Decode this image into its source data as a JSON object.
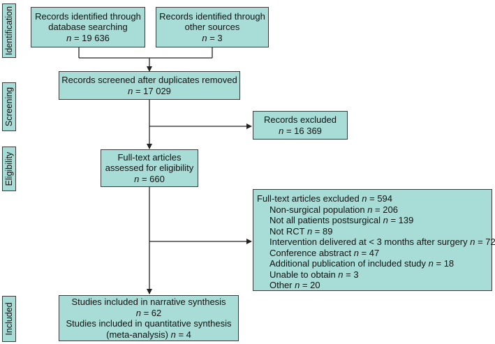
{
  "stages": {
    "identification": "Identification",
    "screening": "Screening",
    "eligibility": "Eligibility",
    "included": "Included"
  },
  "boxes": {
    "database": {
      "line1": "Records identified through",
      "line2": "database searching",
      "n_prefix": "n",
      "n_value": " = 19 636"
    },
    "other_sources": {
      "line1": "Records identified through",
      "line2": "other sources",
      "n_prefix": "n",
      "n_value": " = 3"
    },
    "screened": {
      "line1": "Records screened after duplicates removed",
      "n_prefix": "n",
      "n_value": " = 17 029"
    },
    "excluded": {
      "line1": "Records excluded",
      "n_prefix": "n",
      "n_value": " = 16 369"
    },
    "fulltext": {
      "line1": "Full-text articles",
      "line2": "assessed for eligibility",
      "n_prefix": "n",
      "n_value": " = 660"
    },
    "fulltext_excluded": {
      "title": "Full-text articles excluded ",
      "title_n": "n",
      "title_value": " = 594",
      "reasons": [
        {
          "label": "Non-surgical population ",
          "n": "n",
          "value": " = 206"
        },
        {
          "label": "Not all patients postsurgical ",
          "n": "n",
          "value": " = 139"
        },
        {
          "label": "Not RCT ",
          "n": "n",
          "value": " = 89"
        },
        {
          "label": "Intervention delivered at < 3 months after surgery ",
          "n": "n",
          "value": " = 72"
        },
        {
          "label": "Conference abstract ",
          "n": "n",
          "value": " = 47"
        },
        {
          "label": "Additional publication of included study ",
          "n": "n",
          "value": " = 18"
        },
        {
          "label": "Unable to obtain ",
          "n": "n",
          "value": " = 3"
        },
        {
          "label": "Other ",
          "n": "n",
          "value": " = 20"
        }
      ]
    },
    "included": {
      "line1": "Studies included in narrative synthesis",
      "n1_prefix": "n",
      "n1_value": " = 62",
      "line2": "Studies included in quantitative synthesis",
      "line3": "(meta-analysis) ",
      "n2_prefix": "n",
      "n2_value": " = 4"
    }
  }
}
